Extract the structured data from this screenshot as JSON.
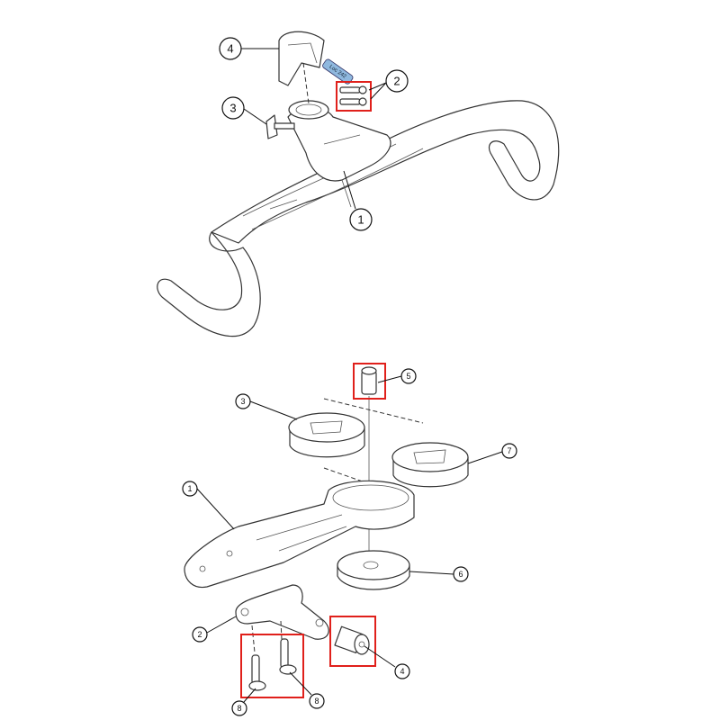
{
  "top_diagram": {
    "callouts": {
      "c4": "4",
      "c2": "2",
      "c3": "3",
      "c1": "1"
    },
    "tube_label": "Loc 242"
  },
  "bottom_diagram": {
    "callouts": {
      "c5": "5",
      "c3": "3",
      "c7": "7",
      "c1": "1",
      "c6": "6",
      "c2": "2",
      "c4": "4",
      "c8a": "8",
      "c8b": "8"
    }
  },
  "colors": {
    "highlight": "#e0201b",
    "tube": "#8fb8de"
  }
}
